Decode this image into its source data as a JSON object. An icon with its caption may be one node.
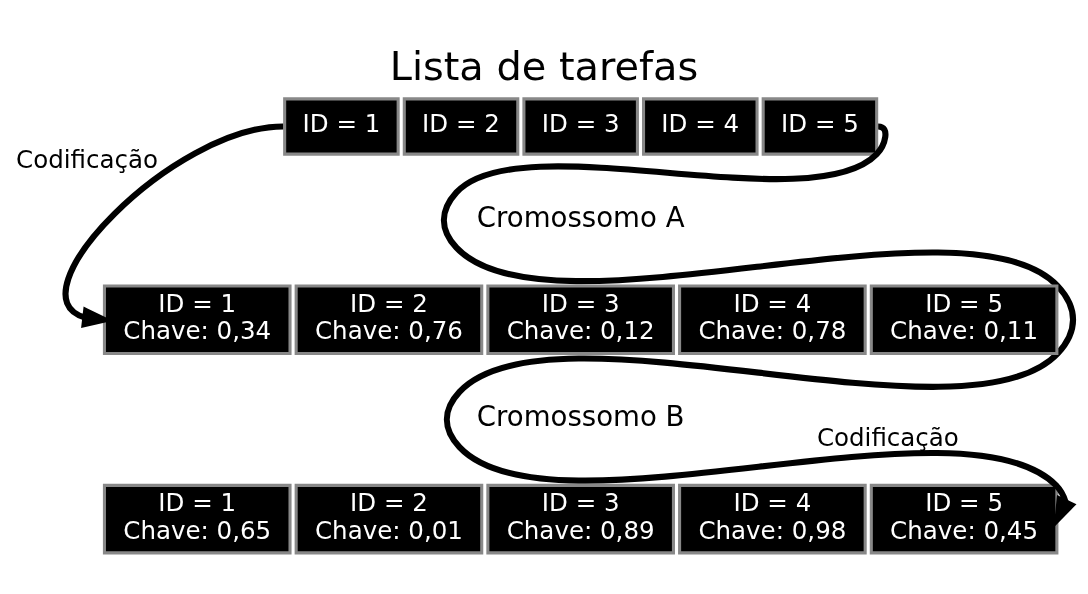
{
  "diagram": {
    "title": "Lista de tarefas",
    "nodes": [
      {
        "text": [
          "ID = 1"
        ]
      },
      {
        "text": [
          "ID = 2"
        ]
      },
      {
        "text": [
          "ID = 3"
        ]
      },
      {
        "text": [
          "ID = 4"
        ]
      },
      {
        "text": [
          "ID = 5"
        ]
      },
      {
        "text": [
          "ID = 1",
          "Chave: 0,34"
        ]
      },
      {
        "text": [
          "ID = 2",
          "Chave: 0,76"
        ]
      },
      {
        "text": [
          "ID = 3",
          "Chave: 0,12"
        ]
      },
      {
        "text": [
          "ID = 4",
          "Chave: 0,78"
        ]
      },
      {
        "text": [
          "ID = 5",
          "Chave: 0,11"
        ]
      },
      {
        "text": [
          "ID = 1",
          "Chave: 0,65"
        ]
      },
      {
        "text": [
          "ID = 2",
          "Chave: 0,01"
        ]
      },
      {
        "text": [
          "ID = 3",
          "Chave: 0,89"
        ]
      },
      {
        "text": [
          "ID = 4",
          "Chave: 0,98"
        ]
      },
      {
        "text": [
          "ID = 5",
          "Chave: 0,45"
        ]
      }
    ],
    "edges": [
      {
        "from": 0,
        "to": 5,
        "arrow": "to",
        "label": "Codificação"
      },
      {
        "from": 4,
        "to": 14,
        "arrow": "to",
        "label": "Codificação"
      }
    ],
    "labels": [
      "Cromossomo A",
      "Cromossomo B"
    ]
  }
}
